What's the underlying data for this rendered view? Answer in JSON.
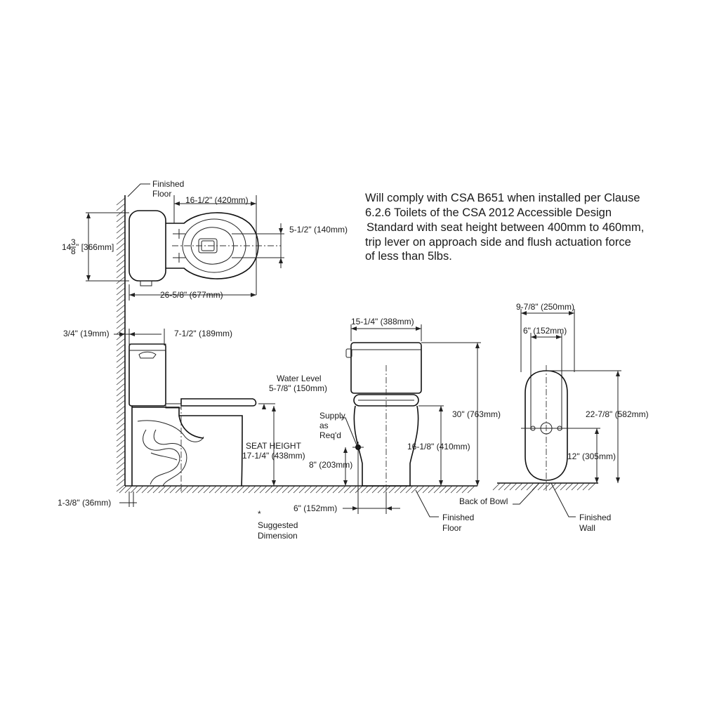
{
  "note": {
    "lines": [
      "Will comply with CSA B651 when installed per Clause",
      "6.2.6 Toilets of the CSA 2012 Accessible Design",
      "Standard with seat height between 400mm to 460mm,",
      "trip lever on approach side and flush actuation force",
      "of less than 5lbs."
    ]
  },
  "top_view": {
    "finished_floor": [
      "Finished",
      "Floor"
    ],
    "bowl_width": "16-1/2\" (420mm)",
    "bolt_spacing": "5-1/2\" (140mm)",
    "depth_whole": "14",
    "depth_num": "3",
    "depth_den": "8",
    "depth_suffix": "\" [366mm]",
    "overall_length": "26-5/8\" (677mm)"
  },
  "side_view": {
    "wall_gap": "3/4\" (19mm)",
    "tank_depth": "7-1/2\" (189mm)",
    "water_level": [
      "Water Level",
      "5-7/8\" (150mm)"
    ],
    "seat_height": [
      "SEAT HEIGHT",
      "17-1/4\" (438mm)"
    ],
    "base_offset": "1-3/8\" (36mm)",
    "suggested": [
      "*",
      "Suggested",
      "Dimension"
    ]
  },
  "front_view": {
    "tank_width": "15-1/4\" (388mm)",
    "overall_height": "30\" (763mm)",
    "rim_height": "16-1/8\" (410mm)",
    "supply": [
      "Supply",
      "as",
      "Req'd"
    ],
    "supply_height": "8\" (203mm)",
    "supply_offset": "6\" (152mm)",
    "finished_floor": [
      "Finished",
      "Floor"
    ]
  },
  "bottom_view": {
    "outer_width": "9-7/8\" (250mm)",
    "inner_width": "6\" (152mm)",
    "length": "22-7/8\" (582mm)",
    "rough_in": "12\" (305mm)",
    "back_of_bowl": "Back of Bowl",
    "finished_wall": [
      "Finished",
      "Wall"
    ]
  }
}
